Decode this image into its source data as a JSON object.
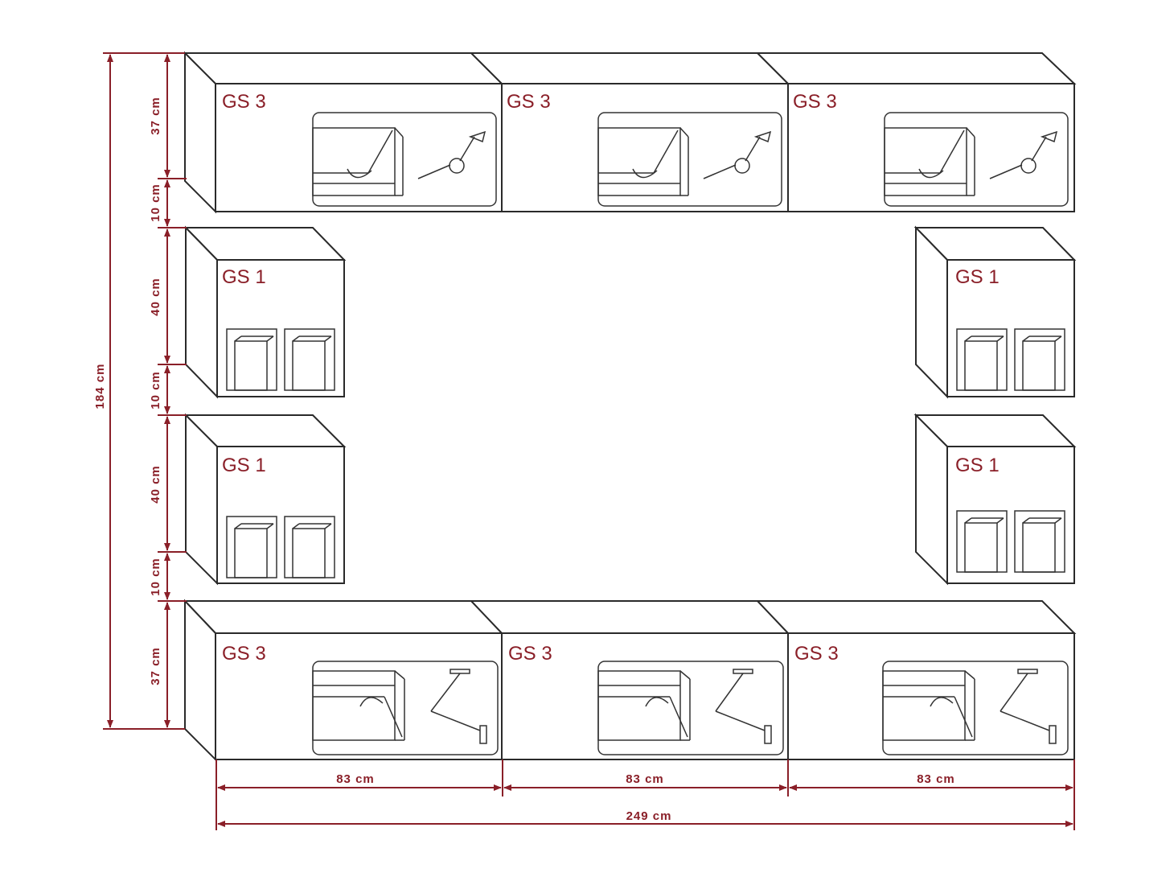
{
  "colors": {
    "accent": "#8a1f28",
    "stroke": "#2a2a2a",
    "background": "#ffffff"
  },
  "modules": {
    "top": [
      "GS 3",
      "GS 3",
      "GS 3"
    ],
    "mid1": [
      "GS 1",
      "GS 1"
    ],
    "mid2": [
      "GS 1",
      "GS 1"
    ],
    "bottom": [
      "GS 3",
      "GS 3",
      "GS 3"
    ]
  },
  "dimensions": {
    "total_height": "184 cm",
    "vertical": [
      "37 cm",
      "10 cm",
      "40 cm",
      "10 cm",
      "40 cm",
      "10 cm",
      "37 cm"
    ],
    "widths": [
      "83 cm",
      "83 cm",
      "83 cm"
    ],
    "total_width": "249 cm"
  },
  "icons": {
    "gs3_top": [
      "flap-door-up-icon",
      "lift-hinge-icon"
    ],
    "gs3_bottom": [
      "flap-door-down-icon",
      "stay-hinge-icon"
    ],
    "gs1": [
      "door-left-icon",
      "door-right-icon"
    ]
  }
}
